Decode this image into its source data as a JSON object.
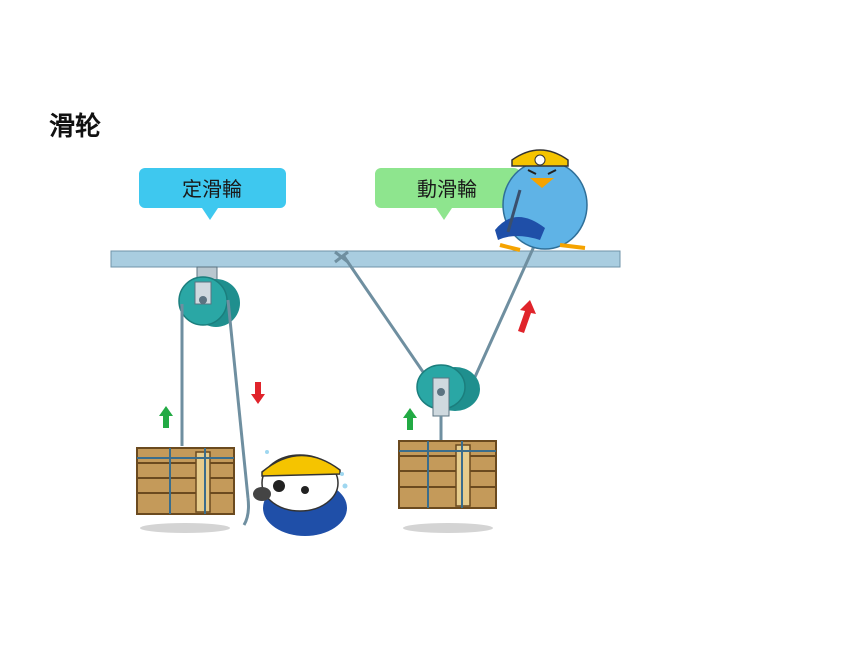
{
  "page": {
    "title": "滑轮"
  },
  "labels": {
    "fixed_pulley": "定滑輪",
    "movable_pulley": "動滑輪"
  },
  "colors": {
    "fixed_callout": "#3ec8ef",
    "movable_callout": "#8ee58e",
    "beam": "#a9cde0",
    "pulley": "#2aa7a5",
    "rope": "#6f8fa0",
    "crate": "#c49a5a",
    "arrow_up": "#22aa44",
    "arrow_down": "#e0242b"
  }
}
